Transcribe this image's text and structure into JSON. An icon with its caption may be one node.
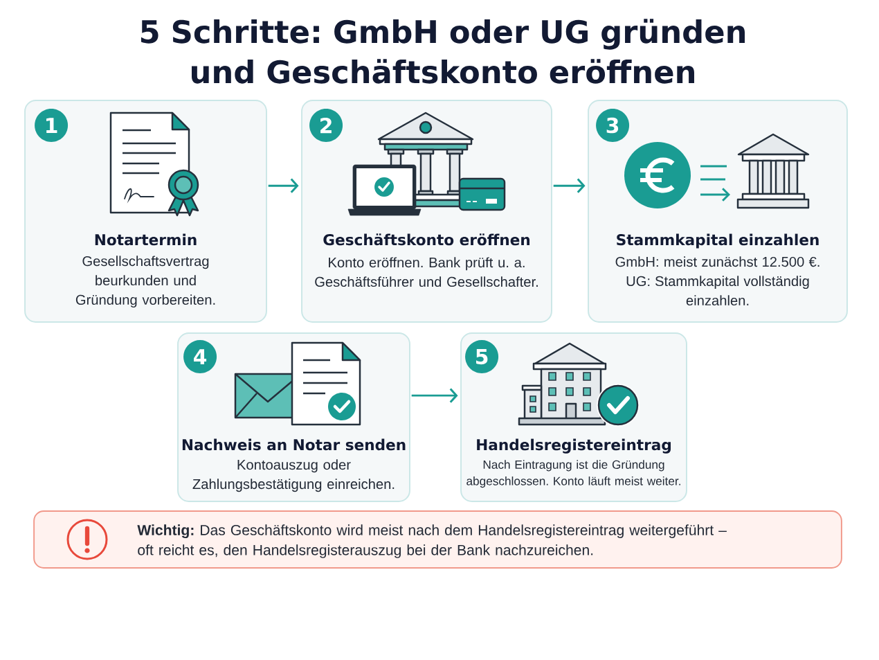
{
  "diagram": {
    "title": "5 Schritte: GmbH oder UG gründen und Geschäftskonto eröffnen",
    "nodes": [
      {
        "text": [
          "Notartermin",
          "Gesellschaftsvertrag beurkunden und Gründung vorbereiten."
        ]
      },
      {
        "text": [
          "1"
        ],
        "in": 0
      },
      {
        "text": [
          "Geschäftskonto eröffnen",
          "Konto eröffnen. Bank prüft u. a. Geschäftsführer und Gesellschafter."
        ]
      },
      {
        "text": [
          "2"
        ],
        "in": 2
      },
      {
        "text": [
          "Stammkapital einzahlen",
          "GmbH: meist zunächst 12.500 €. UG: Stammkapital vollständig einzahlen."
        ]
      },
      {
        "text": [
          "3"
        ],
        "in": 4
      },
      {
        "text": [
          "Nachweis an Notar senden",
          "Kontoauszug oder Zahlungsbestätigung einreichen."
        ]
      },
      {
        "text": [
          "4"
        ],
        "in": 6
      },
      {
        "text": [
          "Handelsregistereintrag",
          "Nach Eintragung ist die Gründung abgeschlossen. Konto läuft meist weiter."
        ]
      },
      {
        "text": [
          "5"
        ],
        "in": 8
      },
      {
        "text": [
          "**Wichtig:** Das Geschäftskonto wird meist nach dem Handelsregistereintrag weitergeführt – oft reicht es, den Handelsregisterauszug bei der Bank nachzureichen."
        ]
      }
    ],
    "edges": [
      {
        "from": 0,
        "to": 2,
        "arrow": "to"
      },
      {
        "from": 2,
        "to": 4,
        "arrow": "to"
      },
      {
        "from": 6,
        "to": 8,
        "arrow": "to"
      }
    ]
  }
}
